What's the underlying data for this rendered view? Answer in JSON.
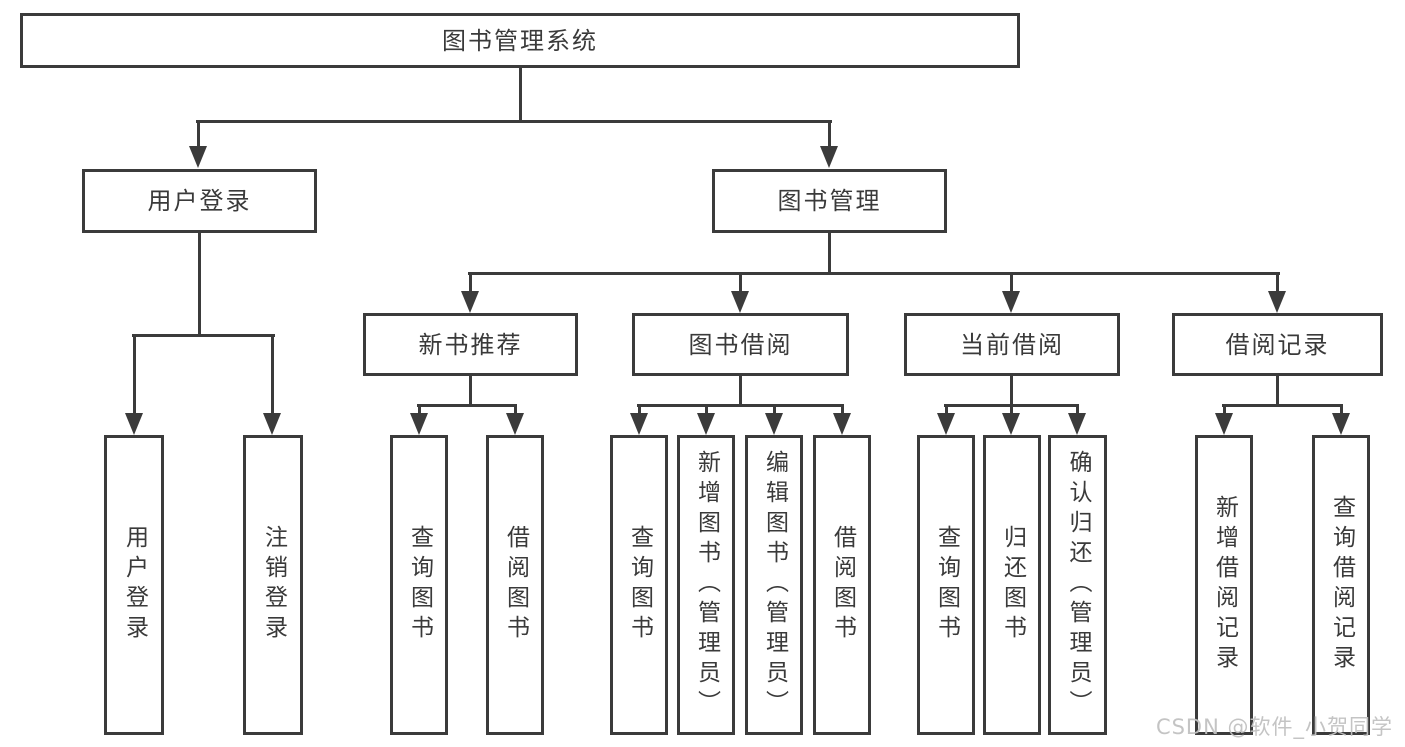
{
  "diagram": {
    "type": "hierarchy-tree",
    "root": {
      "label": "图书管理系统"
    },
    "level2": [
      {
        "label": "用户登录",
        "parent": "图书管理系统"
      },
      {
        "label": "图书管理",
        "parent": "图书管理系统"
      }
    ],
    "level3": [
      {
        "label": "新书推荐",
        "parent": "图书管理"
      },
      {
        "label": "图书借阅",
        "parent": "图书管理"
      },
      {
        "label": "当前借阅",
        "parent": "图书管理"
      },
      {
        "label": "借阅记录",
        "parent": "图书管理"
      }
    ],
    "level4": [
      {
        "label": "用户登录",
        "parent": "用户登录"
      },
      {
        "label": "注销登录",
        "parent": "用户登录"
      },
      {
        "label": "查询图书",
        "parent": "新书推荐"
      },
      {
        "label": "借阅图书",
        "parent": "新书推荐"
      },
      {
        "label": "查询图书",
        "parent": "图书借阅"
      },
      {
        "label": "新增图书（管理员）",
        "parent": "图书借阅"
      },
      {
        "label": "编辑图书（管理员）",
        "parent": "图书借阅"
      },
      {
        "label": "借阅图书",
        "parent": "图书借阅"
      },
      {
        "label": "查询图书",
        "parent": "当前借阅"
      },
      {
        "label": "归还图书",
        "parent": "当前借阅"
      },
      {
        "label": "确认归还（管理员）",
        "parent": "当前借阅"
      },
      {
        "label": "新增借阅记录",
        "parent": "借阅记录"
      },
      {
        "label": "查询借阅记录",
        "parent": "借阅记录"
      }
    ]
  },
  "watermark": {
    "text": "CSDN @软件_小贺同学"
  },
  "colors": {
    "line": "#3b3b3b",
    "text": "#3a3a3a",
    "box_background": "#ffffff",
    "watermark": "#c1c1c1"
  }
}
